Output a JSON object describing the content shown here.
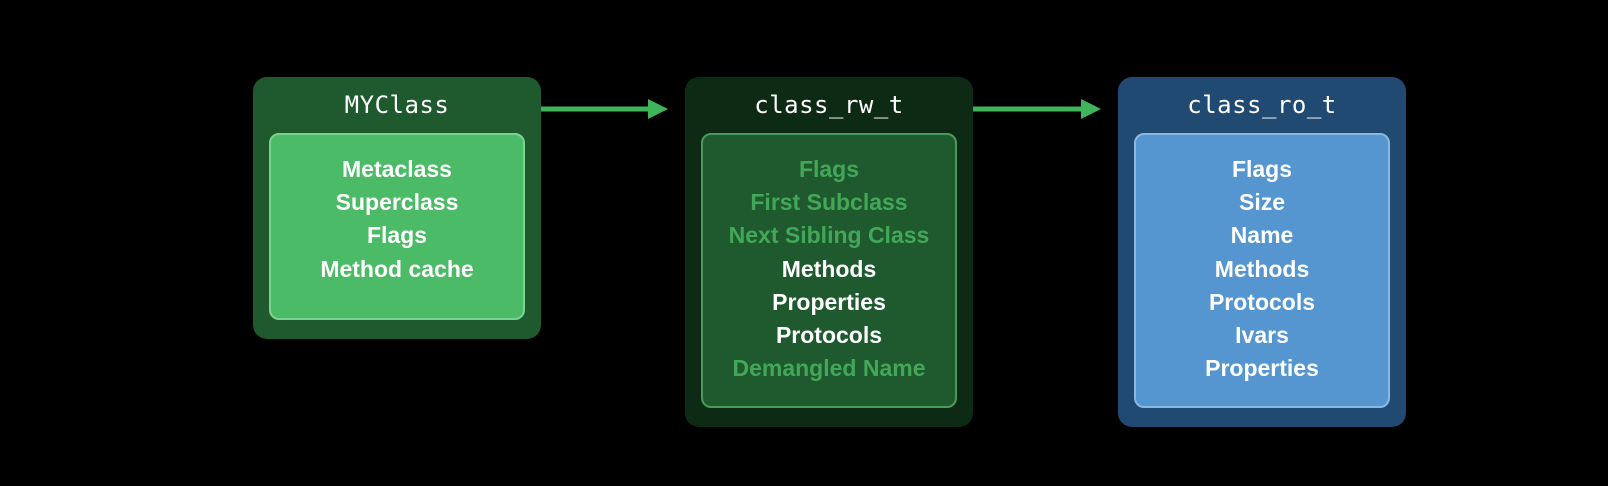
{
  "colors": {
    "background": "#000000",
    "arrow": "#3fb45b",
    "myclass_outer": "#1f5a2e",
    "myclass_inner": "#4cbb68",
    "rw_outer": "#0d2a14",
    "rw_inner": "#1e5a2e",
    "rw_dim_text": "#43a75a",
    "ro_outer": "#214a72",
    "ro_inner": "#5596d1"
  },
  "boxes": {
    "myclass": {
      "title": "MYClass",
      "fields": [
        "Metaclass",
        "Superclass",
        "Flags",
        "Method cache"
      ]
    },
    "rw": {
      "title": "class_rw_t",
      "fields": [
        {
          "label": "Flags",
          "dim": true
        },
        {
          "label": "First Subclass",
          "dim": true
        },
        {
          "label": "Next Sibling Class",
          "dim": true
        },
        {
          "label": "Methods",
          "dim": false
        },
        {
          "label": "Properties",
          "dim": false
        },
        {
          "label": "Protocols",
          "dim": false
        },
        {
          "label": "Demangled Name",
          "dim": true
        }
      ]
    },
    "ro": {
      "title": "class_ro_t",
      "fields": [
        "Flags",
        "Size",
        "Name",
        "Methods",
        "Protocols",
        "Ivars",
        "Properties"
      ]
    }
  },
  "arrows": [
    {
      "from": "MYClass",
      "to": "class_rw_t"
    },
    {
      "from": "class_rw_t",
      "to": "class_ro_t"
    }
  ]
}
